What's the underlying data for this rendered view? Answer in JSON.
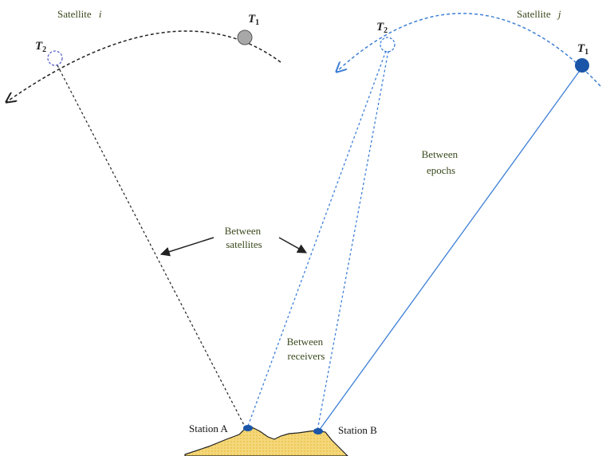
{
  "satellite_i": {
    "label": "Satellite",
    "index": "i",
    "epoch_t1": "T",
    "epoch_t1_sub": "1",
    "epoch_t2": "T",
    "epoch_t2_sub": "2"
  },
  "satellite_j": {
    "label": "Satellite",
    "index": "j",
    "epoch_t1": "T",
    "epoch_t1_sub": "1",
    "epoch_t2": "T",
    "epoch_t2_sub": "2"
  },
  "annotations": {
    "between_satellites_line1": "Between",
    "between_satellites_line2": "satellites",
    "between_epochs_line1": "Between",
    "between_epochs_line2": "epochs",
    "between_receivers_line1": "Between",
    "between_receivers_line2": "receivers"
  },
  "stations": {
    "a": "Station A",
    "b": "Station B"
  },
  "colors": {
    "satellite_i": "#222222",
    "satellite_j": "#3d7fd6",
    "station_dot": "#1a55a8",
    "ground_fill": "#f4d77a",
    "ground_dots": "#e8b830",
    "gray_satellite": "#a8a8a8"
  }
}
